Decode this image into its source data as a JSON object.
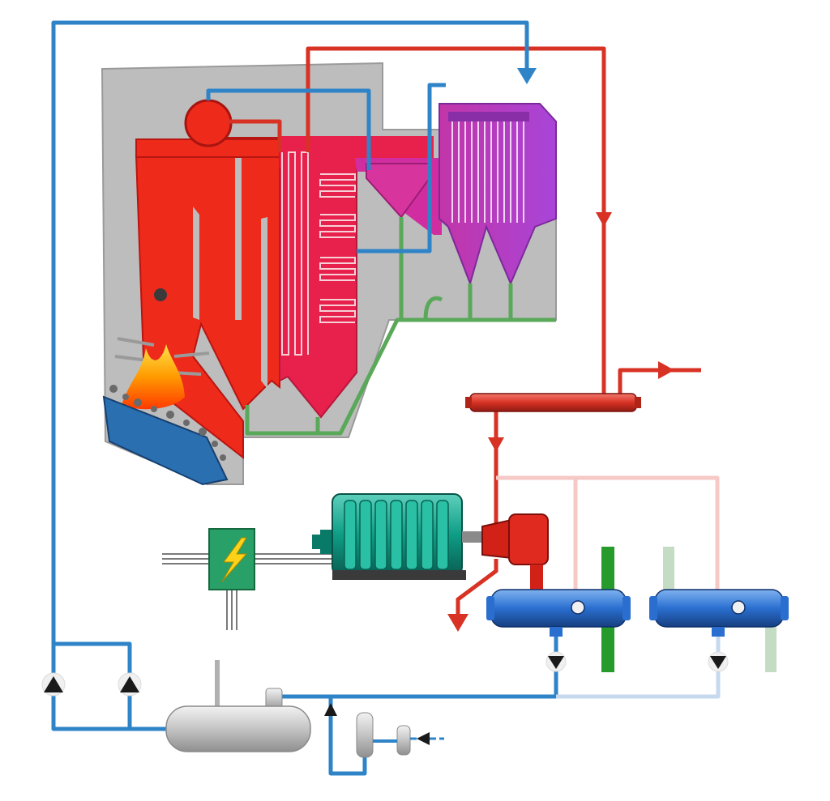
{
  "diagram": {
    "kind": "power-plant-schematic",
    "components": [
      {
        "id": "boiler",
        "label": ""
      },
      {
        "id": "steam-drum",
        "label": ""
      },
      {
        "id": "superheater",
        "label": ""
      },
      {
        "id": "economizer",
        "label": ""
      },
      {
        "id": "cyclone",
        "label": ""
      },
      {
        "id": "bag-filter",
        "label": ""
      },
      {
        "id": "steam-header",
        "label": ""
      },
      {
        "id": "turbine",
        "label": ""
      },
      {
        "id": "generator",
        "label": ""
      },
      {
        "id": "transformer",
        "label": ""
      },
      {
        "id": "condenser-1",
        "label": ""
      },
      {
        "id": "condenser-2",
        "label": ""
      },
      {
        "id": "feedwater-tank",
        "label": ""
      },
      {
        "id": "feed-pumps",
        "label": ""
      },
      {
        "id": "water-treatment",
        "label": ""
      }
    ],
    "colors": {
      "furnace": "#ee2a1a",
      "furnace_dark": "#b81612",
      "second_pass": "#e8204c",
      "gas_purple": "#c838c0",
      "casing": "#bdbdbd",
      "water": "#2f84c8",
      "water_light": "#c7d9ee",
      "steam": "#d83224",
      "steam_light": "#f6c9c6",
      "ash": "#5aa85a",
      "turbine": "#0e9d86",
      "transformer": "#28a068",
      "condenser": "#2a6fd0",
      "cooling_water": "#279a2c",
      "tank": "#c9c9c9"
    },
    "icons": [
      "lightning-icon",
      "flame-icon",
      "pump-icon",
      "flow-arrow-icon"
    ]
  }
}
